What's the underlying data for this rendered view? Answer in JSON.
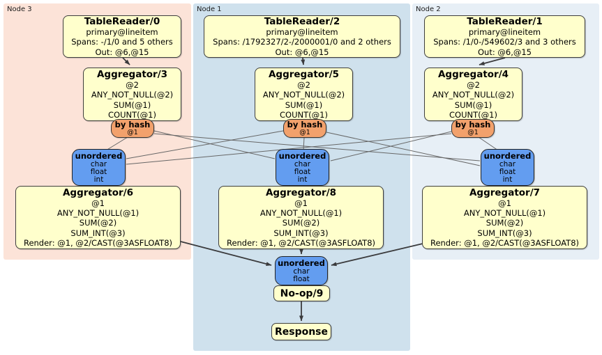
{
  "nodes": [
    {
      "label": "Node 3",
      "table_reader": {
        "title": "TableReader/0",
        "index": "primary@lineitem",
        "spans": "Spans: -/1/0 and 5 others",
        "out": "Out: @6,@15"
      },
      "aggregator_top": {
        "title": "Aggregator/3",
        "lines": [
          "@2",
          "ANY_NOT_NULL(@2)",
          "SUM(@1)",
          "COUNT(@1)"
        ]
      },
      "router": {
        "label": "by hash",
        "detail": "@1"
      },
      "sync": {
        "label": "unordered",
        "types": [
          "char",
          "float",
          "int"
        ]
      },
      "aggregator_bottom": {
        "title": "Aggregator/6",
        "lines": [
          "@1",
          "ANY_NOT_NULL(@1)",
          "SUM(@2)",
          "SUM_INT(@3)",
          "Render: @1, @2/CAST(@3ASFLOAT8)"
        ]
      }
    },
    {
      "label": "Node 1",
      "table_reader": {
        "title": "TableReader/2",
        "index": "primary@lineitem",
        "spans": "Spans: /1792327/2-/2000001/0 and 2 others",
        "out": "Out: @6,@15"
      },
      "aggregator_top": {
        "title": "Aggregator/5",
        "lines": [
          "@2",
          "ANY_NOT_NULL(@2)",
          "SUM(@1)",
          "COUNT(@1)"
        ]
      },
      "router": {
        "label": "by hash",
        "detail": "@1"
      },
      "sync": {
        "label": "unordered",
        "types": [
          "char",
          "float",
          "int"
        ]
      },
      "aggregator_bottom": {
        "title": "Aggregator/8",
        "lines": [
          "@1",
          "ANY_NOT_NULL(@1)",
          "SUM(@2)",
          "SUM_INT(@3)",
          "Render: @1, @2/CAST(@3ASFLOAT8)"
        ]
      }
    },
    {
      "label": "Node 2",
      "table_reader": {
        "title": "TableReader/1",
        "index": "primary@lineitem",
        "spans": "Spans: /1/0-/549602/3 and 3 others",
        "out": "Out: @6,@15"
      },
      "aggregator_top": {
        "title": "Aggregator/4",
        "lines": [
          "@2",
          "ANY_NOT_NULL(@2)",
          "SUM(@1)",
          "COUNT(@1)"
        ]
      },
      "router": {
        "label": "by hash",
        "detail": "@1"
      },
      "sync": {
        "label": "unordered",
        "types": [
          "char",
          "float",
          "int"
        ]
      },
      "aggregator_bottom": {
        "title": "Aggregator/7",
        "lines": [
          "@1",
          "ANY_NOT_NULL(@1)",
          "SUM(@2)",
          "SUM_INT(@3)",
          "Render: @1, @2/CAST(@3ASFLOAT8)"
        ]
      }
    }
  ],
  "final": {
    "sync": {
      "label": "unordered",
      "types": [
        "char",
        "float"
      ]
    },
    "noop_label": "No-op/9",
    "response_label": "Response"
  },
  "colors": {
    "node3_bg": "#fce3d8",
    "node1_bg": "#cfe1ed",
    "node2_bg": "#e7eff6",
    "processor_bg": "#ffffcc",
    "router_bg": "#f2a16c",
    "sync_bg": "#639df0",
    "edge_thin": "#666666",
    "edge_thick": "#3b3b3d"
  }
}
